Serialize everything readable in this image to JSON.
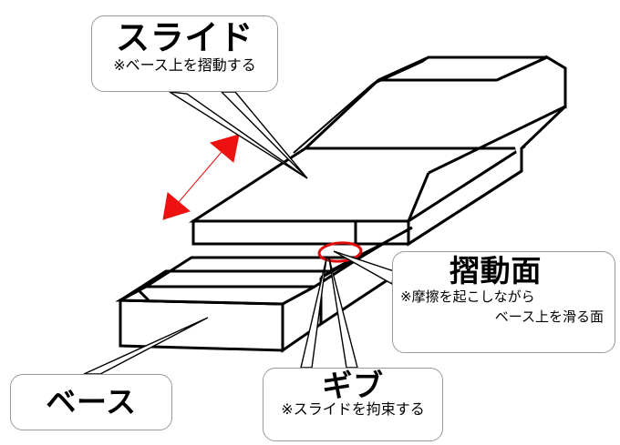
{
  "diagram": {
    "title_semantics": "isometric-slide-base-gib-assembly",
    "colors": {
      "outline": "#000000",
      "fill": "#ffffff",
      "accent_red": "#EE1111",
      "callout_border": "#9a9a9a",
      "background": "#ffffff"
    },
    "callouts": [
      {
        "id": "slide",
        "title": "スライド",
        "sub": [
          "※ベース上を摺動する"
        ]
      },
      {
        "id": "sliding-surface",
        "title": "摺動面",
        "sub": [
          "※摩擦を起こしながら",
          "ベース上を滑る面"
        ]
      },
      {
        "id": "base",
        "title": "ベース",
        "sub": []
      },
      {
        "id": "gib",
        "title": "ギブ",
        "sub": [
          "※スライドを拘束する"
        ]
      }
    ],
    "annotations": {
      "motion_arrow": "double-headed red arrow indicating slide travel direction",
      "highlight_ellipse": "red ellipse marking the sliding surface contact line"
    }
  }
}
